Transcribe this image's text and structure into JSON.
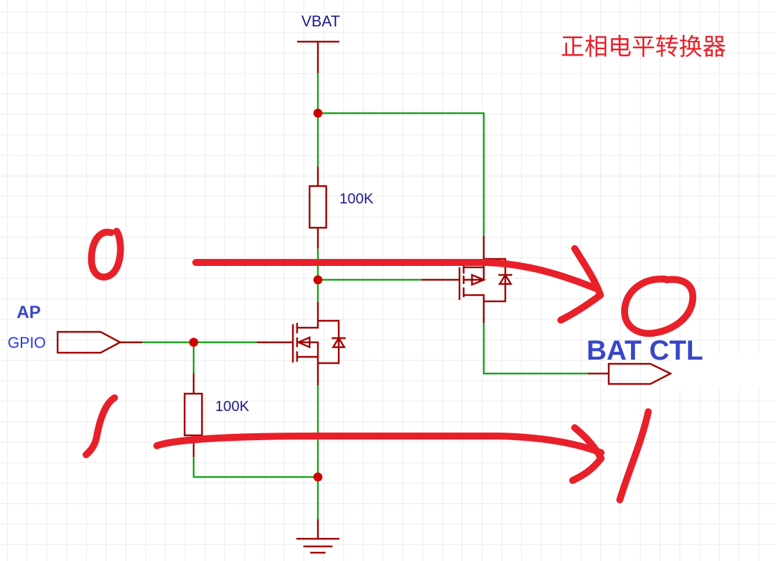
{
  "title": "正相电平转换器",
  "labels": {
    "supply": "VBAT",
    "pullup_resistor": "100K",
    "pulldown_resistor": "100K",
    "input_group": "AP",
    "input_port": "GPIO",
    "output_port": "BAT CTL"
  },
  "handwritten_marks": [
    "0",
    "1",
    "0",
    "1"
  ],
  "colors": {
    "wire": "#1aa31a",
    "component": "#a00000",
    "junction": "#d00000",
    "annotation": "#e8202a",
    "label": "#1a1a8c",
    "port_label": "#3a46c8",
    "title": "#e8202a",
    "grid": "#e6e6e6"
  }
}
